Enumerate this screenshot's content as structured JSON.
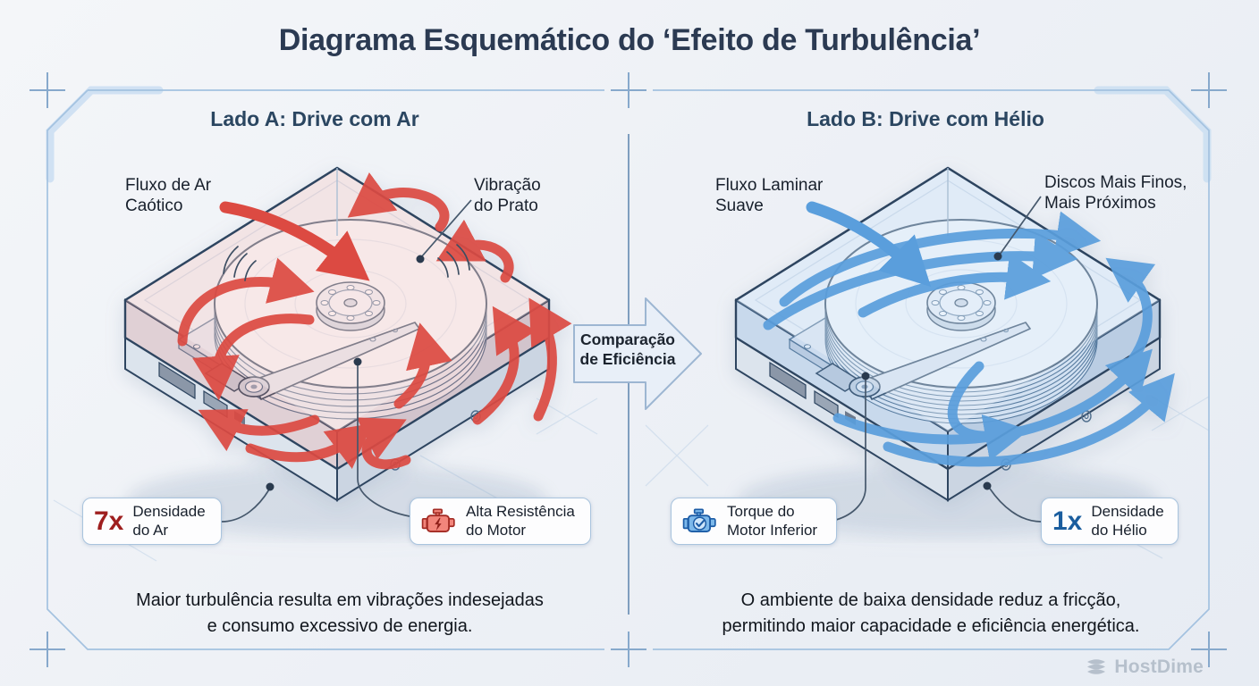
{
  "title": "Diagrama Esquemático do ‘Efeito de Turbulência’",
  "panel_a": {
    "header": "Lado A: Drive com Ar",
    "flow_label": "Fluxo de Ar\nCaótico",
    "platter_label": "Vibração\ndo Prato",
    "density_badge": {
      "value": "7x",
      "label": "Densidade\ndo Ar"
    },
    "motor_badge": {
      "label": "Alta Resistência\ndo Motor",
      "icon": "engine-warning-icon"
    },
    "caption": "Maior turbulência resulta em vibrações indesejadas\ne consumo excessivo de energia."
  },
  "panel_b": {
    "header": "Lado B: Drive com Hélio",
    "flow_label": "Fluxo Laminar\nSuave",
    "platter_label": "Discos Mais Finos,\nMais Próximos",
    "motor_badge": {
      "label": "Torque do\nMotor Inferior",
      "icon": "engine-check-icon"
    },
    "density_badge": {
      "value": "1x",
      "label": "Densidade\ndo Hélio"
    },
    "caption": "O ambiente de baixa densidade reduz a fricção,\npermitindo maior capacidade e eficiência energética."
  },
  "comparison": {
    "label": "Comparação\nde Eficiência"
  },
  "footer": {
    "brand": "HostDime"
  },
  "colors": {
    "title": "#2b3a52",
    "header": "#2b4661",
    "air_arrows": "#dc4a42",
    "helium_arrows": "#5a9edc",
    "air_value": "#9e1e1e",
    "helium_value": "#1a5d9e",
    "frame": "#a3c2e0",
    "badge_border": "#a9c4de"
  }
}
